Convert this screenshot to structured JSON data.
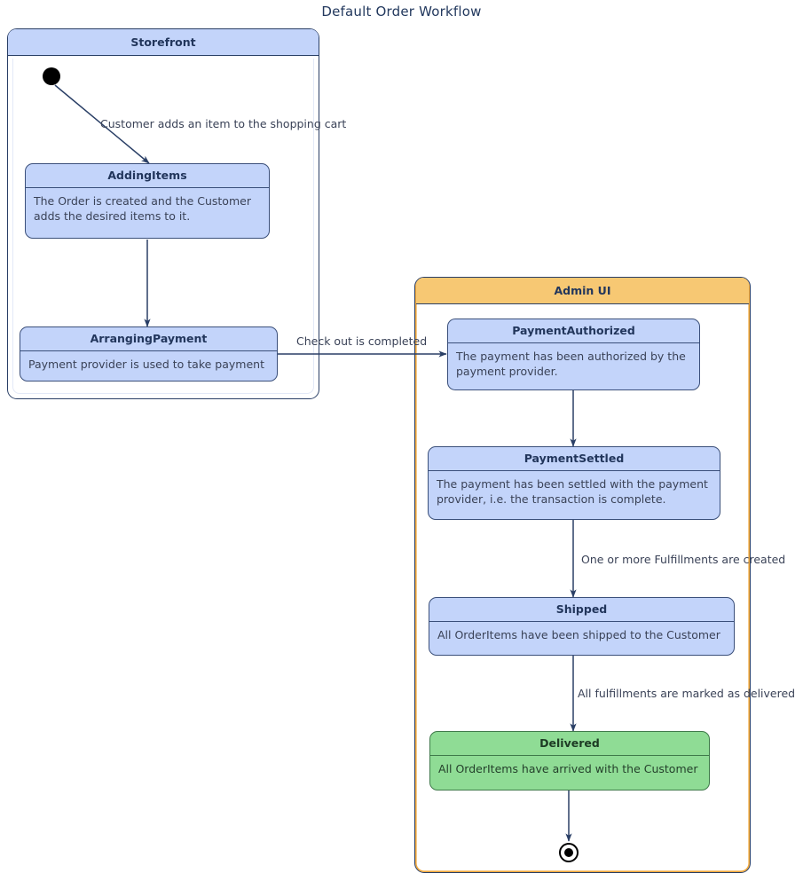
{
  "diagram": {
    "title": "Default Order Workflow",
    "type": "uml-state-diagram",
    "colors": {
      "state_fill": "#c3d4fa",
      "state_stroke": "#3a4f7a",
      "storefront_header": "#c3d4fa",
      "adminui_header": "#f7c873",
      "adminui_stroke": "#f2a93b",
      "delivered_fill": "#8fdc95",
      "edge_stroke": "#2a3f66",
      "text": "#22365c",
      "background": "#ffffff"
    }
  },
  "containers": [
    {
      "id": "storefront",
      "label": "Storefront"
    },
    {
      "id": "admin_ui",
      "label": "Admin UI"
    }
  ],
  "states": [
    {
      "id": "adding_items",
      "name": "AddingItems",
      "description": "The Order is created and the Customer adds the desired items to it.",
      "container": "storefront",
      "style": "blue"
    },
    {
      "id": "arranging_payment",
      "name": "ArrangingPayment",
      "description": "Payment provider is used to take payment",
      "container": "storefront",
      "style": "blue"
    },
    {
      "id": "payment_authorized",
      "name": "PaymentAuthorized",
      "description": "The payment has been authorized by the payment provider.",
      "container": "admin_ui",
      "style": "blue"
    },
    {
      "id": "payment_settled",
      "name": "PaymentSettled",
      "description": "The payment has been settled with the payment provider, i.e. the transaction is complete.",
      "container": "admin_ui",
      "style": "blue"
    },
    {
      "id": "shipped",
      "name": "Shipped",
      "description": "All OrderItems have been shipped to the Customer",
      "container": "admin_ui",
      "style": "blue"
    },
    {
      "id": "delivered",
      "name": "Delivered",
      "description": "All OrderItems have arrived with the Customer",
      "container": "admin_ui",
      "style": "green"
    }
  ],
  "pseudo_states": [
    {
      "id": "initial",
      "kind": "initial-state",
      "container": "storefront"
    },
    {
      "id": "final",
      "kind": "final-state",
      "container": "admin_ui"
    }
  ],
  "transitions": [
    {
      "id": "t1",
      "from": "initial",
      "to": "adding_items",
      "label": "Customer adds an item to the shopping cart"
    },
    {
      "id": "t2",
      "from": "adding_items",
      "to": "arranging_payment",
      "label": ""
    },
    {
      "id": "t3",
      "from": "arranging_payment",
      "to": "payment_authorized",
      "label": "Check out is completed"
    },
    {
      "id": "t4",
      "from": "payment_authorized",
      "to": "payment_settled",
      "label": ""
    },
    {
      "id": "t5",
      "from": "payment_settled",
      "to": "shipped",
      "label": "One or more Fulfillments are created"
    },
    {
      "id": "t6",
      "from": "shipped",
      "to": "delivered",
      "label": "All fulfillments are marked as delivered"
    },
    {
      "id": "t7",
      "from": "delivered",
      "to": "final",
      "label": ""
    }
  ]
}
